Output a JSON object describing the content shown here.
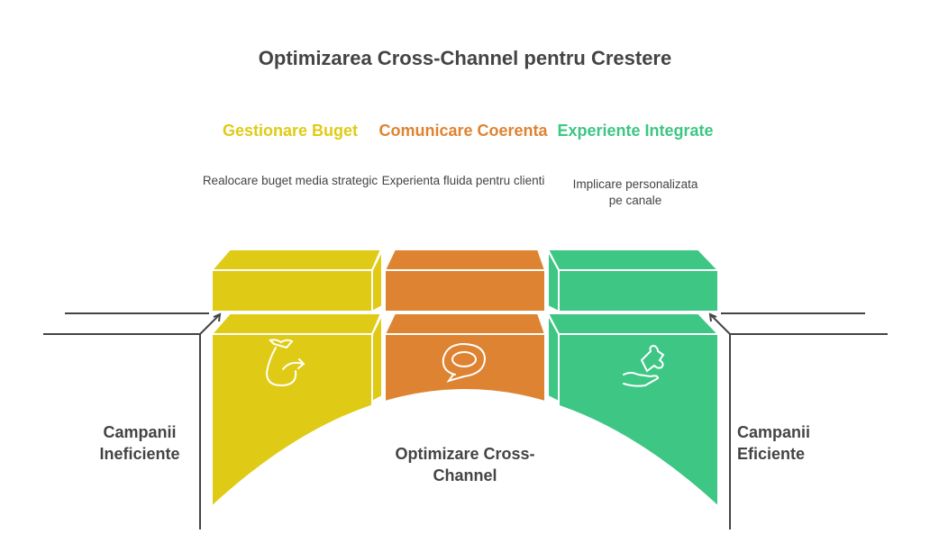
{
  "title": "Optimizarea Cross-Channel pentru Crestere",
  "columns": [
    {
      "heading": "Gestionare Buget",
      "description": "Realocare buget media strategic",
      "color": "#DFCB16",
      "icon": "money-bag-icon"
    },
    {
      "heading": "Comunicare Coerenta",
      "description": "Experienta fluida pentru clienti",
      "color": "#DE8331",
      "icon": "speech-bubble-icon"
    },
    {
      "heading": "Experiente Integrate",
      "description": "Implicare personalizata pe canale",
      "color": "#3DC684",
      "icon": "puzzle-hand-icon"
    }
  ],
  "left_label": "Campanii Ineficiente",
  "right_label": "Campanii Eficiente",
  "center_label": "Optimizare Cross-Channel"
}
